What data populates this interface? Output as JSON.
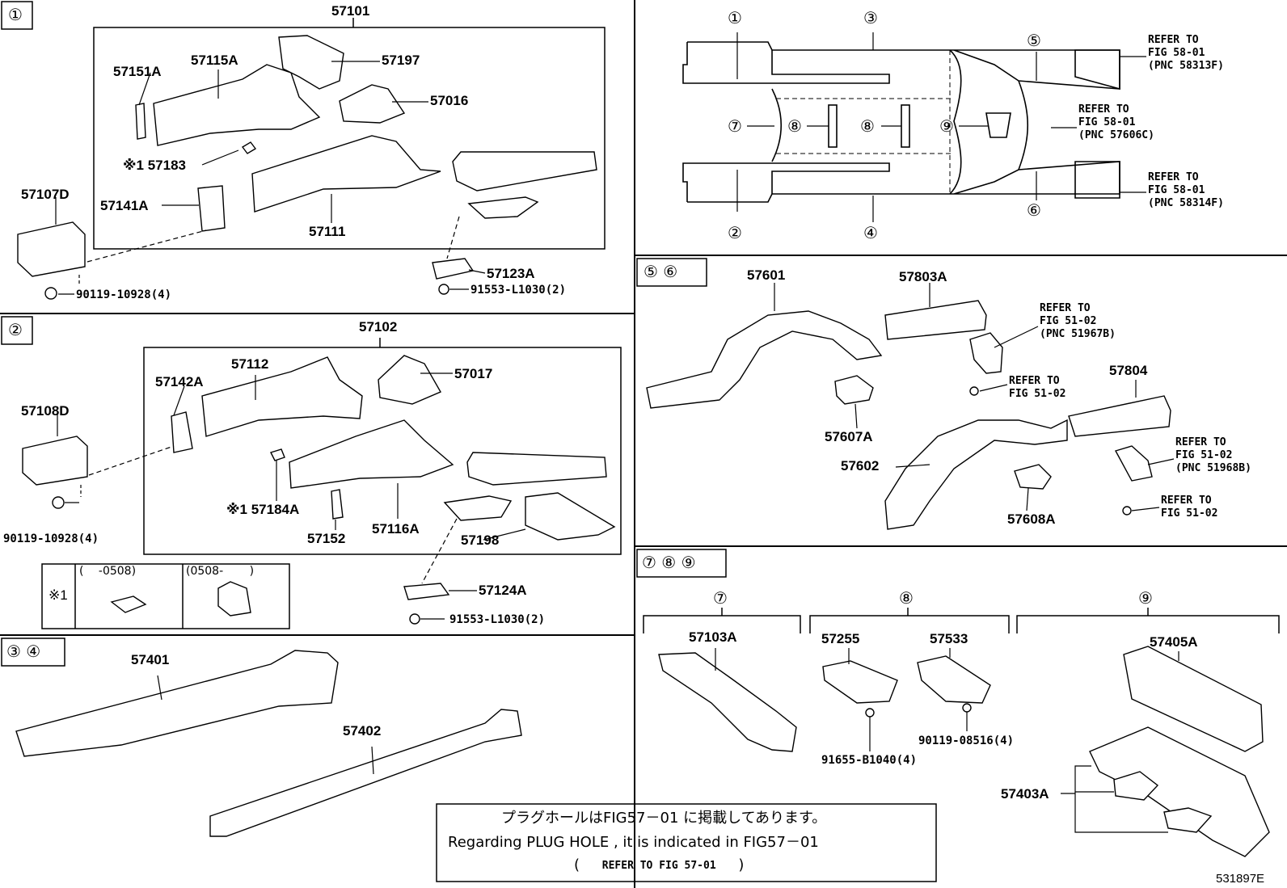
{
  "sections": {
    "s1": {
      "tag": "①"
    },
    "s2": {
      "tag": "②"
    },
    "s34": {
      "tag": "③ ④"
    },
    "s56": {
      "tag": "⑤ ⑥"
    },
    "s789": {
      "tag": "⑦ ⑧ ⑨"
    }
  },
  "overview": {
    "markers": [
      "①",
      "②",
      "③",
      "④",
      "⑤",
      "⑥",
      "⑦",
      "⑧",
      "⑧",
      "⑨"
    ],
    "refs": [
      {
        "l1": "REFER TO",
        "l2": "FIG 58-01",
        "l3": "(PNC 58313F)"
      },
      {
        "l1": "REFER TO",
        "l2": "FIG 58-01",
        "l3": "(PNC 57606C)"
      },
      {
        "l1": "REFER TO",
        "l2": "FIG 58-01",
        "l3": "(PNC 58314F)"
      }
    ]
  },
  "parts1": {
    "assy": "57101",
    "p57151A": "57151A",
    "p57115A": "57115A",
    "p57197": "57197",
    "p57016": "57016",
    "p57183": "※1 57183",
    "p57141A": "57141A",
    "p57111": "57111",
    "p57107D": "57107D",
    "p57123A": "57123A",
    "bolt1": "90119-10928(4)",
    "bolt2": "91553-L1030(2)"
  },
  "parts2": {
    "assy": "57102",
    "p57142A": "57142A",
    "p57112": "57112",
    "p57017": "57017",
    "p57108D": "57108D",
    "p57184A": "※1 57184A",
    "p57152": "57152",
    "p57116A": "57116A",
    "p57198": "57198",
    "p57124A": "57124A",
    "bolt1": "90119-10928(4)",
    "bolt2": "91553-L1030(2)",
    "legend_mark": "※1",
    "legend_a": "(　 -0508)",
    "legend_b": "(0508-　　 )"
  },
  "parts34": {
    "p57401": "57401",
    "p57402": "57402"
  },
  "parts56": {
    "p57601": "57601",
    "p57803A": "57803A",
    "p57607A": "57607A",
    "p57804": "57804",
    "p57602": "57602",
    "p57608A": "57608A",
    "ref1": {
      "l1": "REFER TO",
      "l2": "FIG 51-02",
      "l3": "(PNC 51967B)"
    },
    "ref2": {
      "l1": "REFER TO",
      "l2": "FIG 51-02"
    },
    "ref3": {
      "l1": "REFER TO",
      "l2": "FIG 51-02",
      "l3": "(PNC 51968B)"
    },
    "ref4": {
      "l1": "REFER TO",
      "l2": "FIG 51-02"
    }
  },
  "parts789": {
    "h7": "⑦",
    "h8": "⑧",
    "h9": "⑨",
    "p57103A": "57103A",
    "p57255": "57255",
    "p57533": "57533",
    "p57405A": "57405A",
    "p57403A": "57403A",
    "bolt1": "91655-B1040(4)",
    "bolt2": "90119-08516(4)"
  },
  "note": {
    "jp": "プラグホールはFIG57－01 に掲載してあります。",
    "en": "Regarding  PLUG  HOLE  , it  is  indicated  in  FIG57－01",
    "ref_open": "(",
    "ref_text": "REFER TO FIG 57-01",
    "ref_close": ")"
  },
  "figure_id": "531897E"
}
